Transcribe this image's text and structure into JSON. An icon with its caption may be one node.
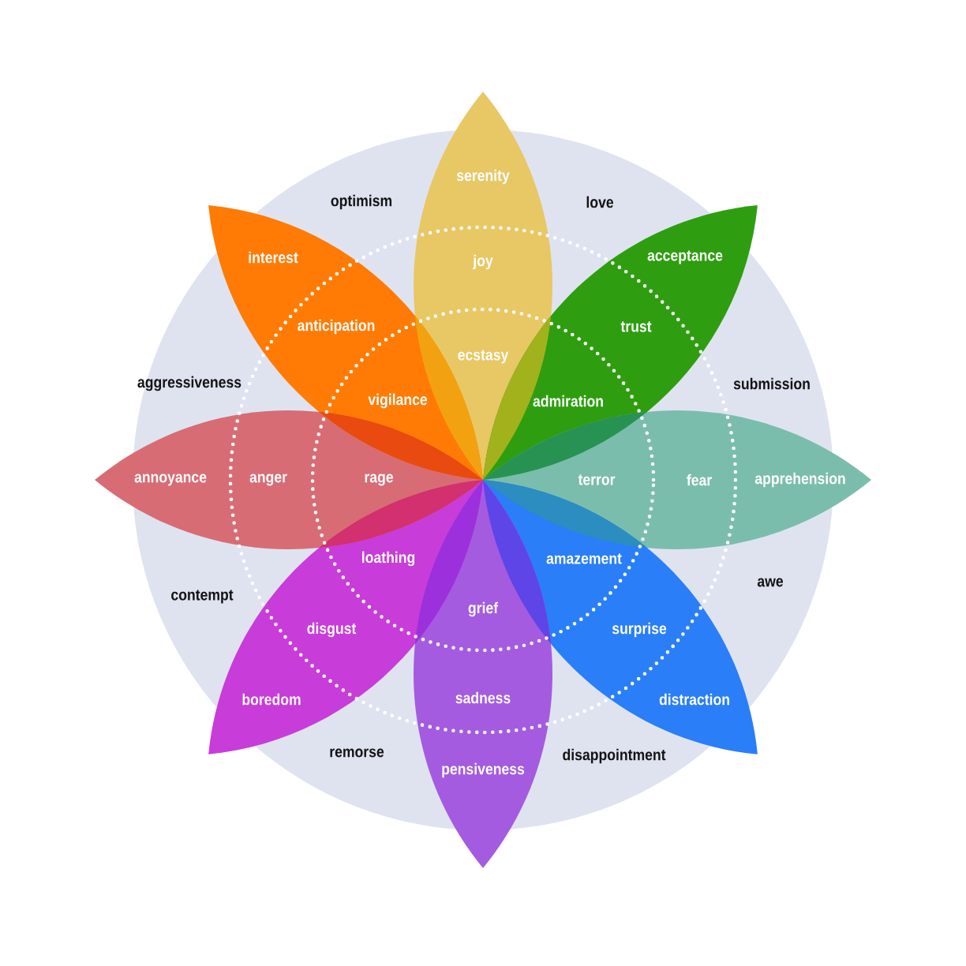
{
  "diagram": {
    "nodes": [
      {
        "text": [
          "serenity",
          "joy",
          "ecstasy"
        ]
      },
      {
        "text": [
          "interest",
          "anticipation",
          "vigilance"
        ]
      },
      {
        "text": [
          "acceptance",
          "trust",
          "admiration"
        ]
      },
      {
        "text": [
          "annoyance",
          "anger",
          "rage"
        ]
      },
      {
        "text": [
          "terror",
          "fear",
          "apprehension"
        ]
      },
      {
        "text": [
          "loathing",
          "disgust",
          "boredom"
        ]
      },
      {
        "text": [
          "amazement",
          "surprise",
          "distraction"
        ]
      },
      {
        "text": [
          "grief",
          "sadness",
          "pensiveness"
        ]
      }
    ],
    "labels": [
      "optimism",
      "love",
      "aggressiveness",
      "submission",
      "contempt",
      "awe",
      "remorse",
      "disappointment"
    ]
  }
}
